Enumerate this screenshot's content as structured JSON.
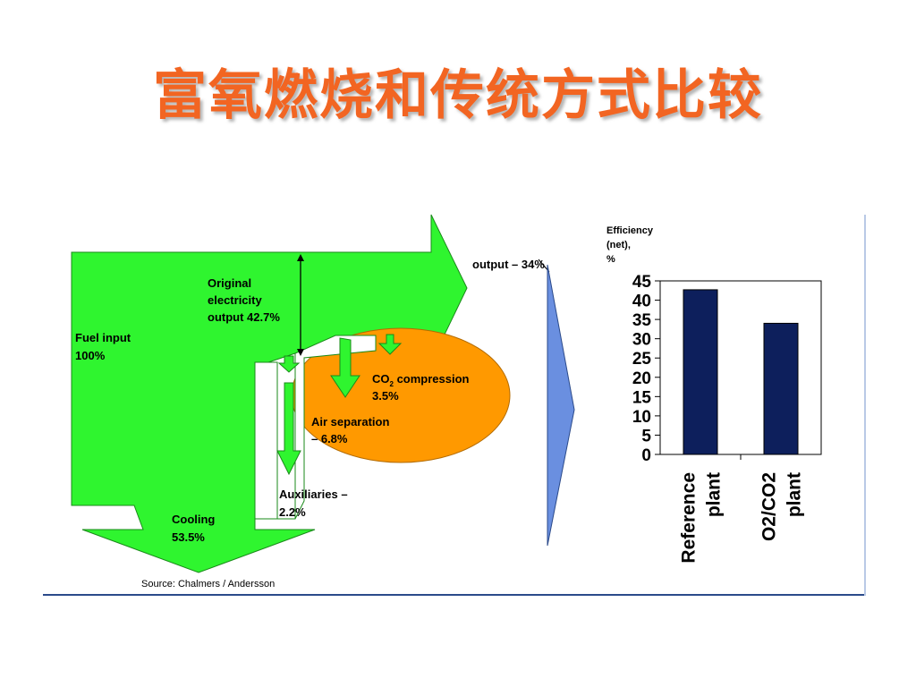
{
  "title": "富氧燃烧和传统方式比较",
  "sankey": {
    "fuel_input": [
      "Fuel input",
      "100%"
    ],
    "original_output": [
      "Original",
      "electricity",
      "output 42.7%"
    ],
    "output": "output – 34%",
    "co2": [
      "CO",
      "2",
      " compression",
      "3.5%"
    ],
    "air_sep": [
      "Air separation",
      "– 6.8%"
    ],
    "auxiliaries": [
      "Auxiliaries –",
      "2.2%"
    ],
    "cooling": [
      "Cooling",
      "53.5%"
    ],
    "source": "Source:   Chalmers / Andersson"
  },
  "colors": {
    "green": "#2ff52f",
    "orange": "#ff9900",
    "navy": "#0d1f5c",
    "blue_arrow": "#6a8fe0",
    "title": "#f26522"
  },
  "chart_data": {
    "type": "bar",
    "ylabel": [
      "Efficiency",
      "(net),",
      "%"
    ],
    "ylim": [
      0,
      45
    ],
    "yticks": [
      0,
      5,
      10,
      15,
      20,
      25,
      30,
      35,
      40,
      45
    ],
    "categories": [
      [
        "Reference",
        "plant"
      ],
      [
        "O2/CO2",
        "plant"
      ]
    ],
    "values": [
      42.7,
      34
    ],
    "grid": false
  }
}
